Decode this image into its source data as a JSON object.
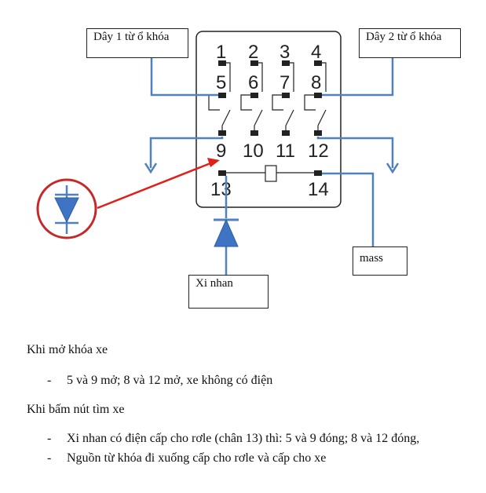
{
  "labels": {
    "wire1": "Dây 1 từ ổ khóa",
    "wire2": "Dây 2 từ ổ khóa",
    "turn_signal": "Xi nhan",
    "mass": "mass"
  },
  "pins": {
    "p1": "1",
    "p2": "2",
    "p3": "3",
    "p4": "4",
    "p5": "5",
    "p6": "6",
    "p7": "7",
    "p8": "8",
    "p9": "9",
    "p10": "10",
    "p11": "11",
    "p12": "12",
    "p13": "13",
    "p14": "14"
  },
  "text": {
    "heading1": "Khi mở khóa xe",
    "bullet1": "5 và 9 mở; 8 và 12 mở, xe không có điện",
    "heading2": "Khi bấm nút tìm xe",
    "bullet2": "Xi nhan có điện cấp cho rơle (chân 13) thì: 5 và 9 đóng; 8 và 12 đóng,",
    "bullet3": "Nguồn từ khóa đi xuống cấp cho rơle và cấp cho xe",
    "dash": "-"
  },
  "colors": {
    "wire": "#4f81bd",
    "arrow": "#e0201b",
    "diode": "#3f74c4",
    "outline": "#222222"
  }
}
